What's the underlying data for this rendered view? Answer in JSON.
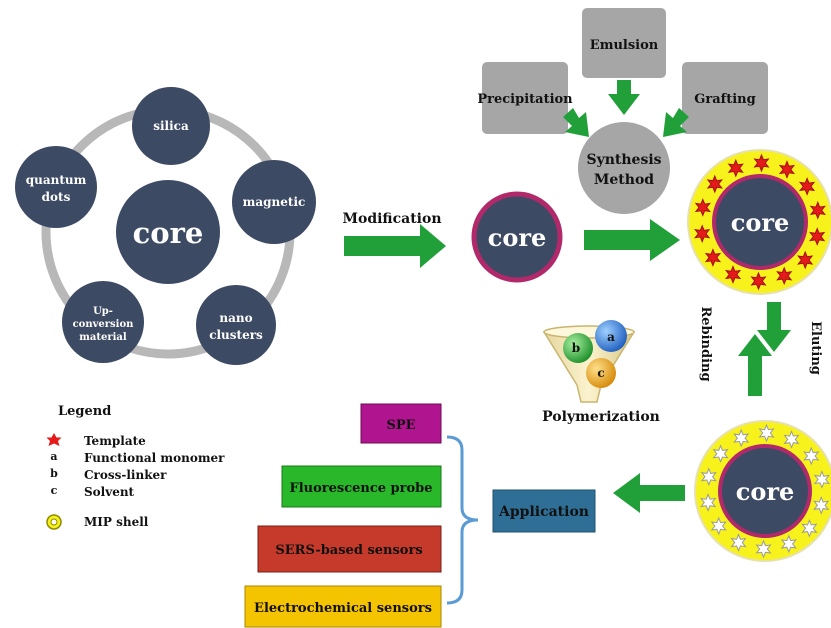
{
  "core_ring": {
    "center": "core",
    "items": [
      "silica",
      "magnetic",
      "nano clusters",
      "Up-conversion material",
      "quantum dots"
    ]
  },
  "synthesis": {
    "center": "Synthesis Method",
    "methods": [
      "Precipitation",
      "Emulsion",
      "Grafting"
    ]
  },
  "steps": {
    "modification": "Modification",
    "rebinding": "Rebinding",
    "eluting": "Eluting",
    "polymerization": "Polymerization",
    "application": "Application"
  },
  "particles": {
    "core_label": "core",
    "monomer_labels": [
      "a",
      "b",
      "c"
    ]
  },
  "applications": [
    "SPE",
    "Fluorescence probe",
    "SERS-based sensors",
    "Electrochemical sensors"
  ],
  "legend": {
    "title": "Legend",
    "items": [
      {
        "symbol": "",
        "label": "Template"
      },
      {
        "symbol": "a",
        "label": "Functional monomer"
      },
      {
        "symbol": "b",
        "label": "Cross-linker"
      },
      {
        "symbol": "c",
        "label": "Solvent"
      },
      {
        "symbol": "",
        "label": "MIP shell"
      }
    ]
  },
  "colors": {
    "core_fill": "#3d4a63",
    "ring": "#b8b8b8",
    "gray_box": "#a6a6a6",
    "arrow_green": "#21a03a",
    "mip_shell": "#f7f21c",
    "core_border": "#b1296a",
    "template_star": "#e51a1a",
    "bracket": "#5b9bd5",
    "application_box": "#2f6f96",
    "spe_box": "#b0148f",
    "fluorescence_box": "#28b829",
    "sers_box": "#c53a2a",
    "electrochemical_box": "#f5c400"
  }
}
